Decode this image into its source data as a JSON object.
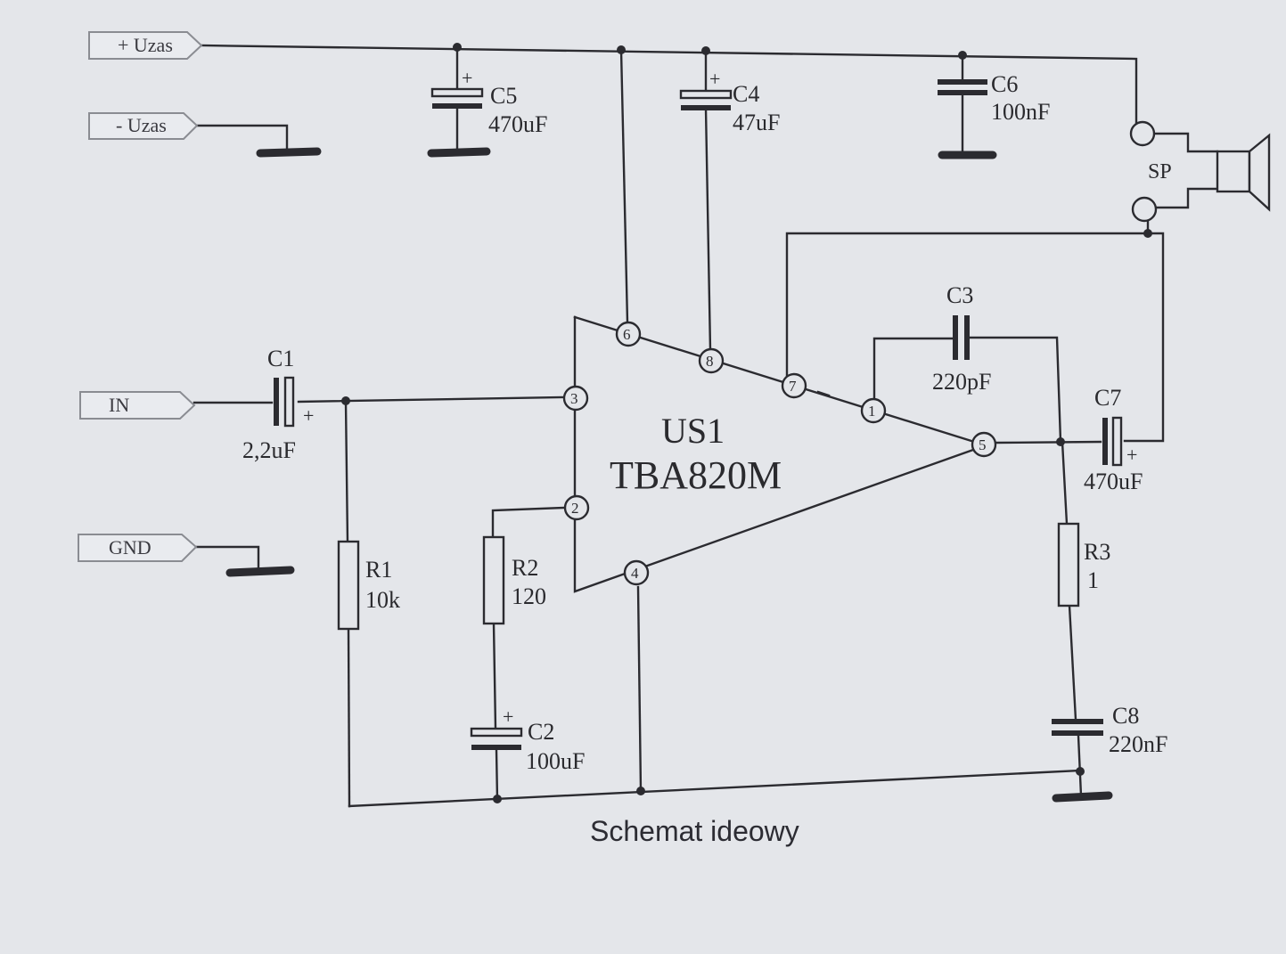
{
  "connectors": {
    "plus_uzas": "+ Uzas",
    "minus_uzas": "- Uzas",
    "in": "IN",
    "gnd": "GND"
  },
  "ic": {
    "ref": "US1",
    "part": "TBA820M",
    "pins": [
      "1",
      "2",
      "3",
      "4",
      "5",
      "6",
      "7",
      "8"
    ]
  },
  "components": {
    "c1": {
      "ref": "C1",
      "value": "2,2uF"
    },
    "c2": {
      "ref": "C2",
      "value": "100uF"
    },
    "c3": {
      "ref": "C3",
      "value": "220pF"
    },
    "c4": {
      "ref": "C4",
      "value": "47uF"
    },
    "c5": {
      "ref": "C5",
      "value": "470uF"
    },
    "c6": {
      "ref": "C6",
      "value": "100nF"
    },
    "c7": {
      "ref": "C7",
      "value": "470uF"
    },
    "c8": {
      "ref": "C8",
      "value": "220nF"
    },
    "r1": {
      "ref": "R1",
      "value": "10k"
    },
    "r2": {
      "ref": "R2",
      "value": "120"
    },
    "r3": {
      "ref": "R3",
      "value": "1"
    },
    "sp": {
      "ref": "SP"
    }
  },
  "caption": "Schemat ideowy"
}
